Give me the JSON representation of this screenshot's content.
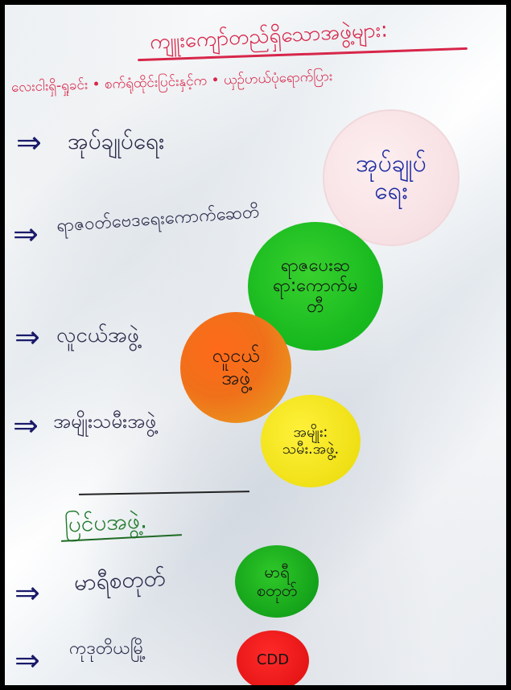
{
  "poster": {
    "title": "ကျူးကျော်တည်ရှိသောအဖွဲ့များ:",
    "subtitle": "လေးငါးရှိ-ရှုခင်း • စက်ရုံထိုင်းပြင်းနှင့်က • ယှဉ်ဟယ်ပုံရောက်ပြား",
    "rows": [
      {
        "label": "အုပ်ချုပ်ရေး",
        "circle_text": "အုပ်ချုပ်\nရေး",
        "circle_color": "#f7e0e3"
      },
      {
        "label": "ရာဇဝတ်ဗေဒရေးကောက်ဆေတိ",
        "circle_text": "ရာဇပေးဆ\nရာ:ကောက်မ\nတီ",
        "circle_color": "#16b81e"
      },
      {
        "label": "လူငယ်အဖွဲ့",
        "circle_text": "လူငယ်\nအဖွဲ့",
        "circle_color": "#f0701a"
      },
      {
        "label": "အမျိုးသမီးအဖွဲ့",
        "circle_text": "အမျိုး:\nသမီး.အဖွဲ့.",
        "circle_color": "#eedf14"
      }
    ],
    "section2_title": "ပြင်ပအဖွဲ့.",
    "section2_rows": [
      {
        "label": "မာရီစတုတ်",
        "circle_text": "မာရီ\nစတုတ်",
        "circle_color": "#119d18"
      },
      {
        "label": "ကုဒုတိယမြို့",
        "circle_text": "CDD",
        "circle_color": "#e41414"
      }
    ],
    "arrow_glyph": "⇒",
    "accent_colors": {
      "title_red": "#d7264a",
      "ink_blue": "#1a2aa0",
      "ink_dark": "#2a2a4a"
    }
  }
}
